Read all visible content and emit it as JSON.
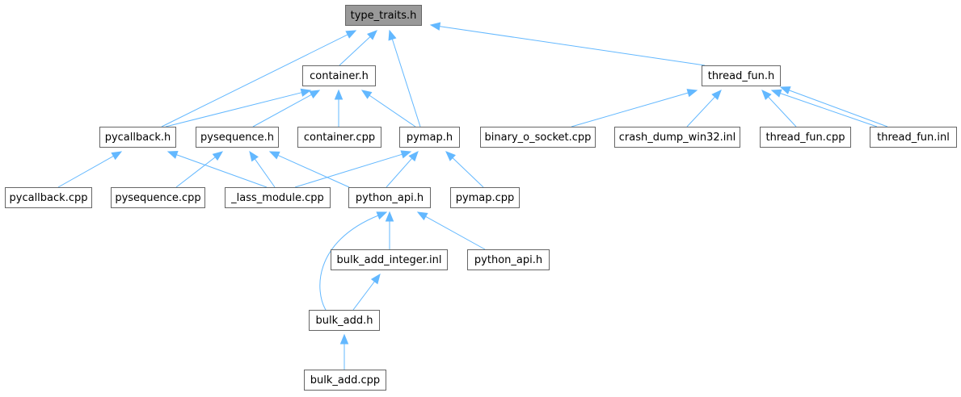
{
  "nodes": [
    {
      "id": "type_traits_h",
      "label": "type_traits.h",
      "root": true
    },
    {
      "id": "container_h",
      "label": "container.h"
    },
    {
      "id": "thread_fun_h",
      "label": "thread_fun.h"
    },
    {
      "id": "pycallback_h",
      "label": "pycallback.h"
    },
    {
      "id": "pysequence_h",
      "label": "pysequence.h"
    },
    {
      "id": "container_cpp",
      "label": "container.cpp"
    },
    {
      "id": "pymap_h",
      "label": "pymap.h"
    },
    {
      "id": "binary_o_socket_cpp",
      "label": "binary_o_socket.cpp"
    },
    {
      "id": "crash_dump_win32_inl",
      "label": "crash_dump_win32.inl"
    },
    {
      "id": "thread_fun_cpp",
      "label": "thread_fun.cpp"
    },
    {
      "id": "thread_fun_inl",
      "label": "thread_fun.inl"
    },
    {
      "id": "pycallback_cpp",
      "label": "pycallback.cpp"
    },
    {
      "id": "pysequence_cpp",
      "label": "pysequence.cpp"
    },
    {
      "id": "lass_module_cpp",
      "label": "_lass_module.cpp"
    },
    {
      "id": "python_api_h",
      "label": "python_api.h"
    },
    {
      "id": "pymap_cpp",
      "label": "pymap.cpp"
    },
    {
      "id": "bulk_add_integer_inl",
      "label": "bulk_add_integer.inl"
    },
    {
      "id": "python_api_h2",
      "label": "python_api.h"
    },
    {
      "id": "bulk_add_h",
      "label": "bulk_add.h"
    },
    {
      "id": "bulk_add_cpp",
      "label": "bulk_add.cpp"
    }
  ],
  "edges": [
    {
      "from": "container_h",
      "to": "type_traits_h"
    },
    {
      "from": "pycallback_h",
      "to": "type_traits_h"
    },
    {
      "from": "pymap_h",
      "to": "type_traits_h"
    },
    {
      "from": "thread_fun_h",
      "to": "type_traits_h"
    },
    {
      "from": "pycallback_h",
      "to": "container_h"
    },
    {
      "from": "pysequence_h",
      "to": "container_h"
    },
    {
      "from": "container_cpp",
      "to": "container_h"
    },
    {
      "from": "pymap_h",
      "to": "container_h"
    },
    {
      "from": "binary_o_socket_cpp",
      "to": "thread_fun_h"
    },
    {
      "from": "crash_dump_win32_inl",
      "to": "thread_fun_h"
    },
    {
      "from": "thread_fun_cpp",
      "to": "thread_fun_h"
    },
    {
      "from": "thread_fun_inl",
      "to": "thread_fun_h"
    },
    {
      "from": "thread_fun_inl",
      "to": "thread_fun_h"
    },
    {
      "from": "pycallback_cpp",
      "to": "pycallback_h"
    },
    {
      "from": "lass_module_cpp",
      "to": "pycallback_h"
    },
    {
      "from": "pysequence_cpp",
      "to": "pysequence_h"
    },
    {
      "from": "lass_module_cpp",
      "to": "pysequence_h"
    },
    {
      "from": "python_api_h",
      "to": "pysequence_h"
    },
    {
      "from": "lass_module_cpp",
      "to": "pymap_h"
    },
    {
      "from": "python_api_h",
      "to": "pymap_h"
    },
    {
      "from": "pymap_cpp",
      "to": "pymap_h"
    },
    {
      "from": "bulk_add_integer_inl",
      "to": "python_api_h"
    },
    {
      "from": "python_api_h2",
      "to": "python_api_h"
    },
    {
      "from": "bulk_add_h",
      "to": "python_api_h"
    },
    {
      "from": "bulk_add_h",
      "to": "bulk_add_integer_inl"
    },
    {
      "from": "bulk_add_cpp",
      "to": "bulk_add_h"
    }
  ],
  "colors": {
    "edge": "#63b8ff",
    "root_fill": "#999999",
    "border": "#666666"
  }
}
